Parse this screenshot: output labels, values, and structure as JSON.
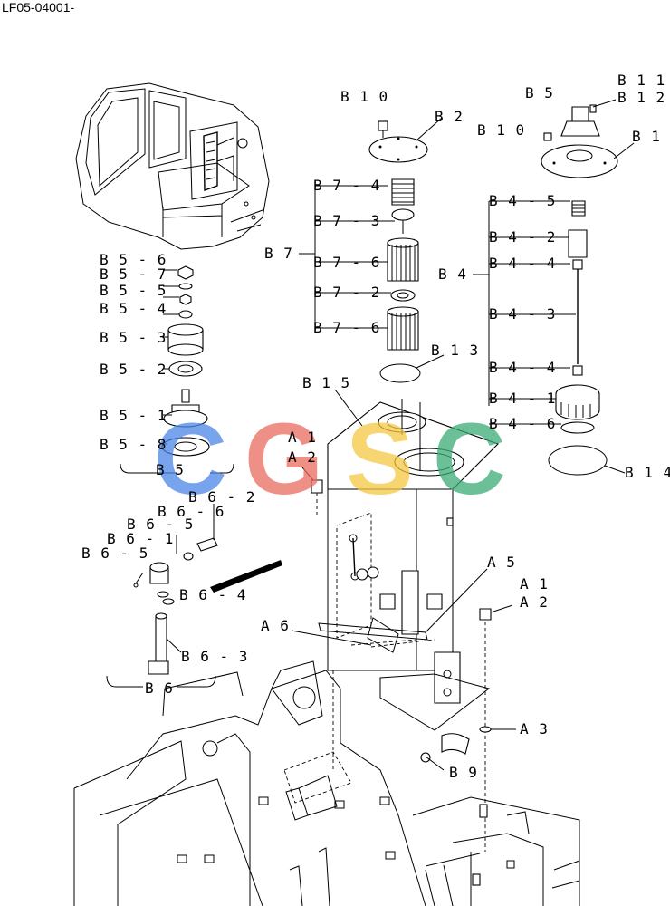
{
  "document_code": "LF05-04001-",
  "watermark": {
    "letters": [
      "C",
      "G",
      "S",
      "C"
    ],
    "colors": [
      "#4a86e8",
      "#ea6b5f",
      "#f5c842",
      "#3cab75"
    ]
  },
  "labels": {
    "B10_left": "B10",
    "B2": "B2",
    "B5": "B5",
    "B11": "B11",
    "B12": "B12",
    "B10_right": "B10",
    "B1": "B1",
    "B7_4": "B7-4",
    "B7_3": "B7-3",
    "B7": "B7",
    "B7_6a": "B7-6",
    "B7_2": "B7-2",
    "B7_6b": "B7-6",
    "B4_5": "B4-5",
    "B4_2": "B4-2",
    "B4_4a": "B4-4",
    "B4": "B4",
    "B4_3": "B4-3",
    "B4_4b": "B4-4",
    "B4_1": "B4-1",
    "B4_6": "B4-6",
    "B14": "B14",
    "B13": "B13",
    "B15": "B15",
    "B5_6": "B5-6",
    "B5_7": "B5-7",
    "B5_5": "B5-5",
    "B5_4": "B5-4",
    "B5_3": "B5-3",
    "B5_2": "B5-2",
    "B5_1": "B5-1",
    "B5_8": "B5-8",
    "B5_group": "B5",
    "A1_top": "A1",
    "A2_top": "A2",
    "B6_2": "B6-2",
    "B6_5a": "B6-5",
    "B6_6": "B6-6",
    "B6_1": "B6-1",
    "B6_5b": "B6-5",
    "B6_4": "B6-4",
    "B6_3": "B6-3",
    "B6_group": "B6",
    "A5": "A5",
    "A1_right": "A1",
    "A2_right": "A2",
    "A6": "A6",
    "A3": "A3",
    "B9": "B9"
  }
}
